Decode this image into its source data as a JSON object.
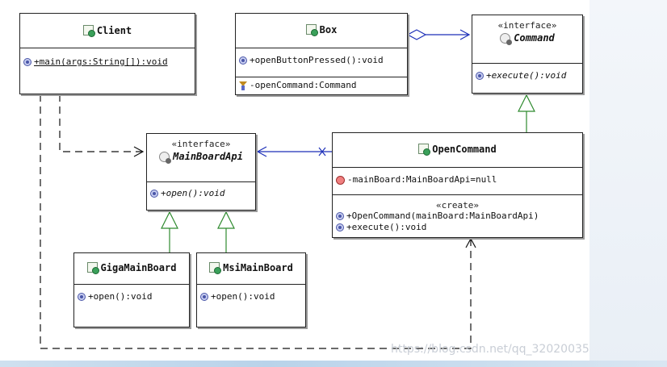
{
  "classes": {
    "client": {
      "name": "Client",
      "methods": [
        "+main(args:String[]):void"
      ]
    },
    "box": {
      "name": "Box",
      "methods": [
        "+openButtonPressed():void"
      ],
      "fields": [
        "-openCommand:Command"
      ]
    },
    "command": {
      "stereotype": "«interface»",
      "name": "Command",
      "methods": [
        "+execute():void"
      ]
    },
    "mainboardapi": {
      "stereotype": "«interface»",
      "name": "MainBoardApi",
      "methods": [
        "+open():void"
      ]
    },
    "opencommand": {
      "name": "OpenCommand",
      "fields": [
        "-mainBoard:MainBoardApi=null"
      ],
      "stereotype": "«create»",
      "methods": [
        "+OpenCommand(mainBoard:MainBoardApi)",
        "+execute():void"
      ]
    },
    "gigamainboard": {
      "name": "GigaMainBoard",
      "methods": [
        "+open():void"
      ]
    },
    "msimainboard": {
      "name": "MsiMainBoard",
      "methods": [
        "+open():void"
      ]
    }
  },
  "watermark": "https://blog.csdn.net/qq_32020035",
  "colors": {
    "association": "#1c2fb8",
    "realization": "#2e8a2e",
    "dependency": "#111111"
  }
}
